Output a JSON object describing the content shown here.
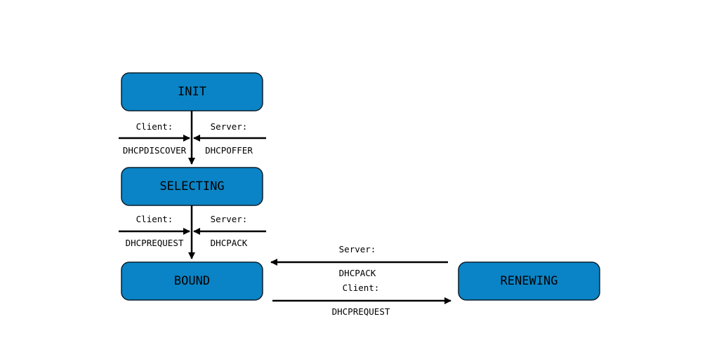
{
  "colors": {
    "state_fill": "#0a84c6",
    "state_stroke": "#0b1f2c",
    "arrow": "#000000",
    "background": "#ffffff"
  },
  "states": {
    "init": "INIT",
    "selecting": "SELECTING",
    "bound": "BOUND",
    "renewing": "RENEWING"
  },
  "transitions": {
    "init_to_selecting": {
      "client_role": "Client:",
      "client_message": "DHCPDISCOVER",
      "server_role": "Server:",
      "server_message": "DHCPOFFER"
    },
    "selecting_to_bound": {
      "client_role": "Client:",
      "client_message": "DHCPREQUEST",
      "server_role": "Server:",
      "server_message": "DHCPACK"
    },
    "renewing_to_bound": {
      "server_role": "Server:",
      "server_message": "DHCPACK"
    },
    "bound_to_renewing": {
      "client_role": "Client:",
      "client_message": "DHCPREQUEST"
    }
  }
}
